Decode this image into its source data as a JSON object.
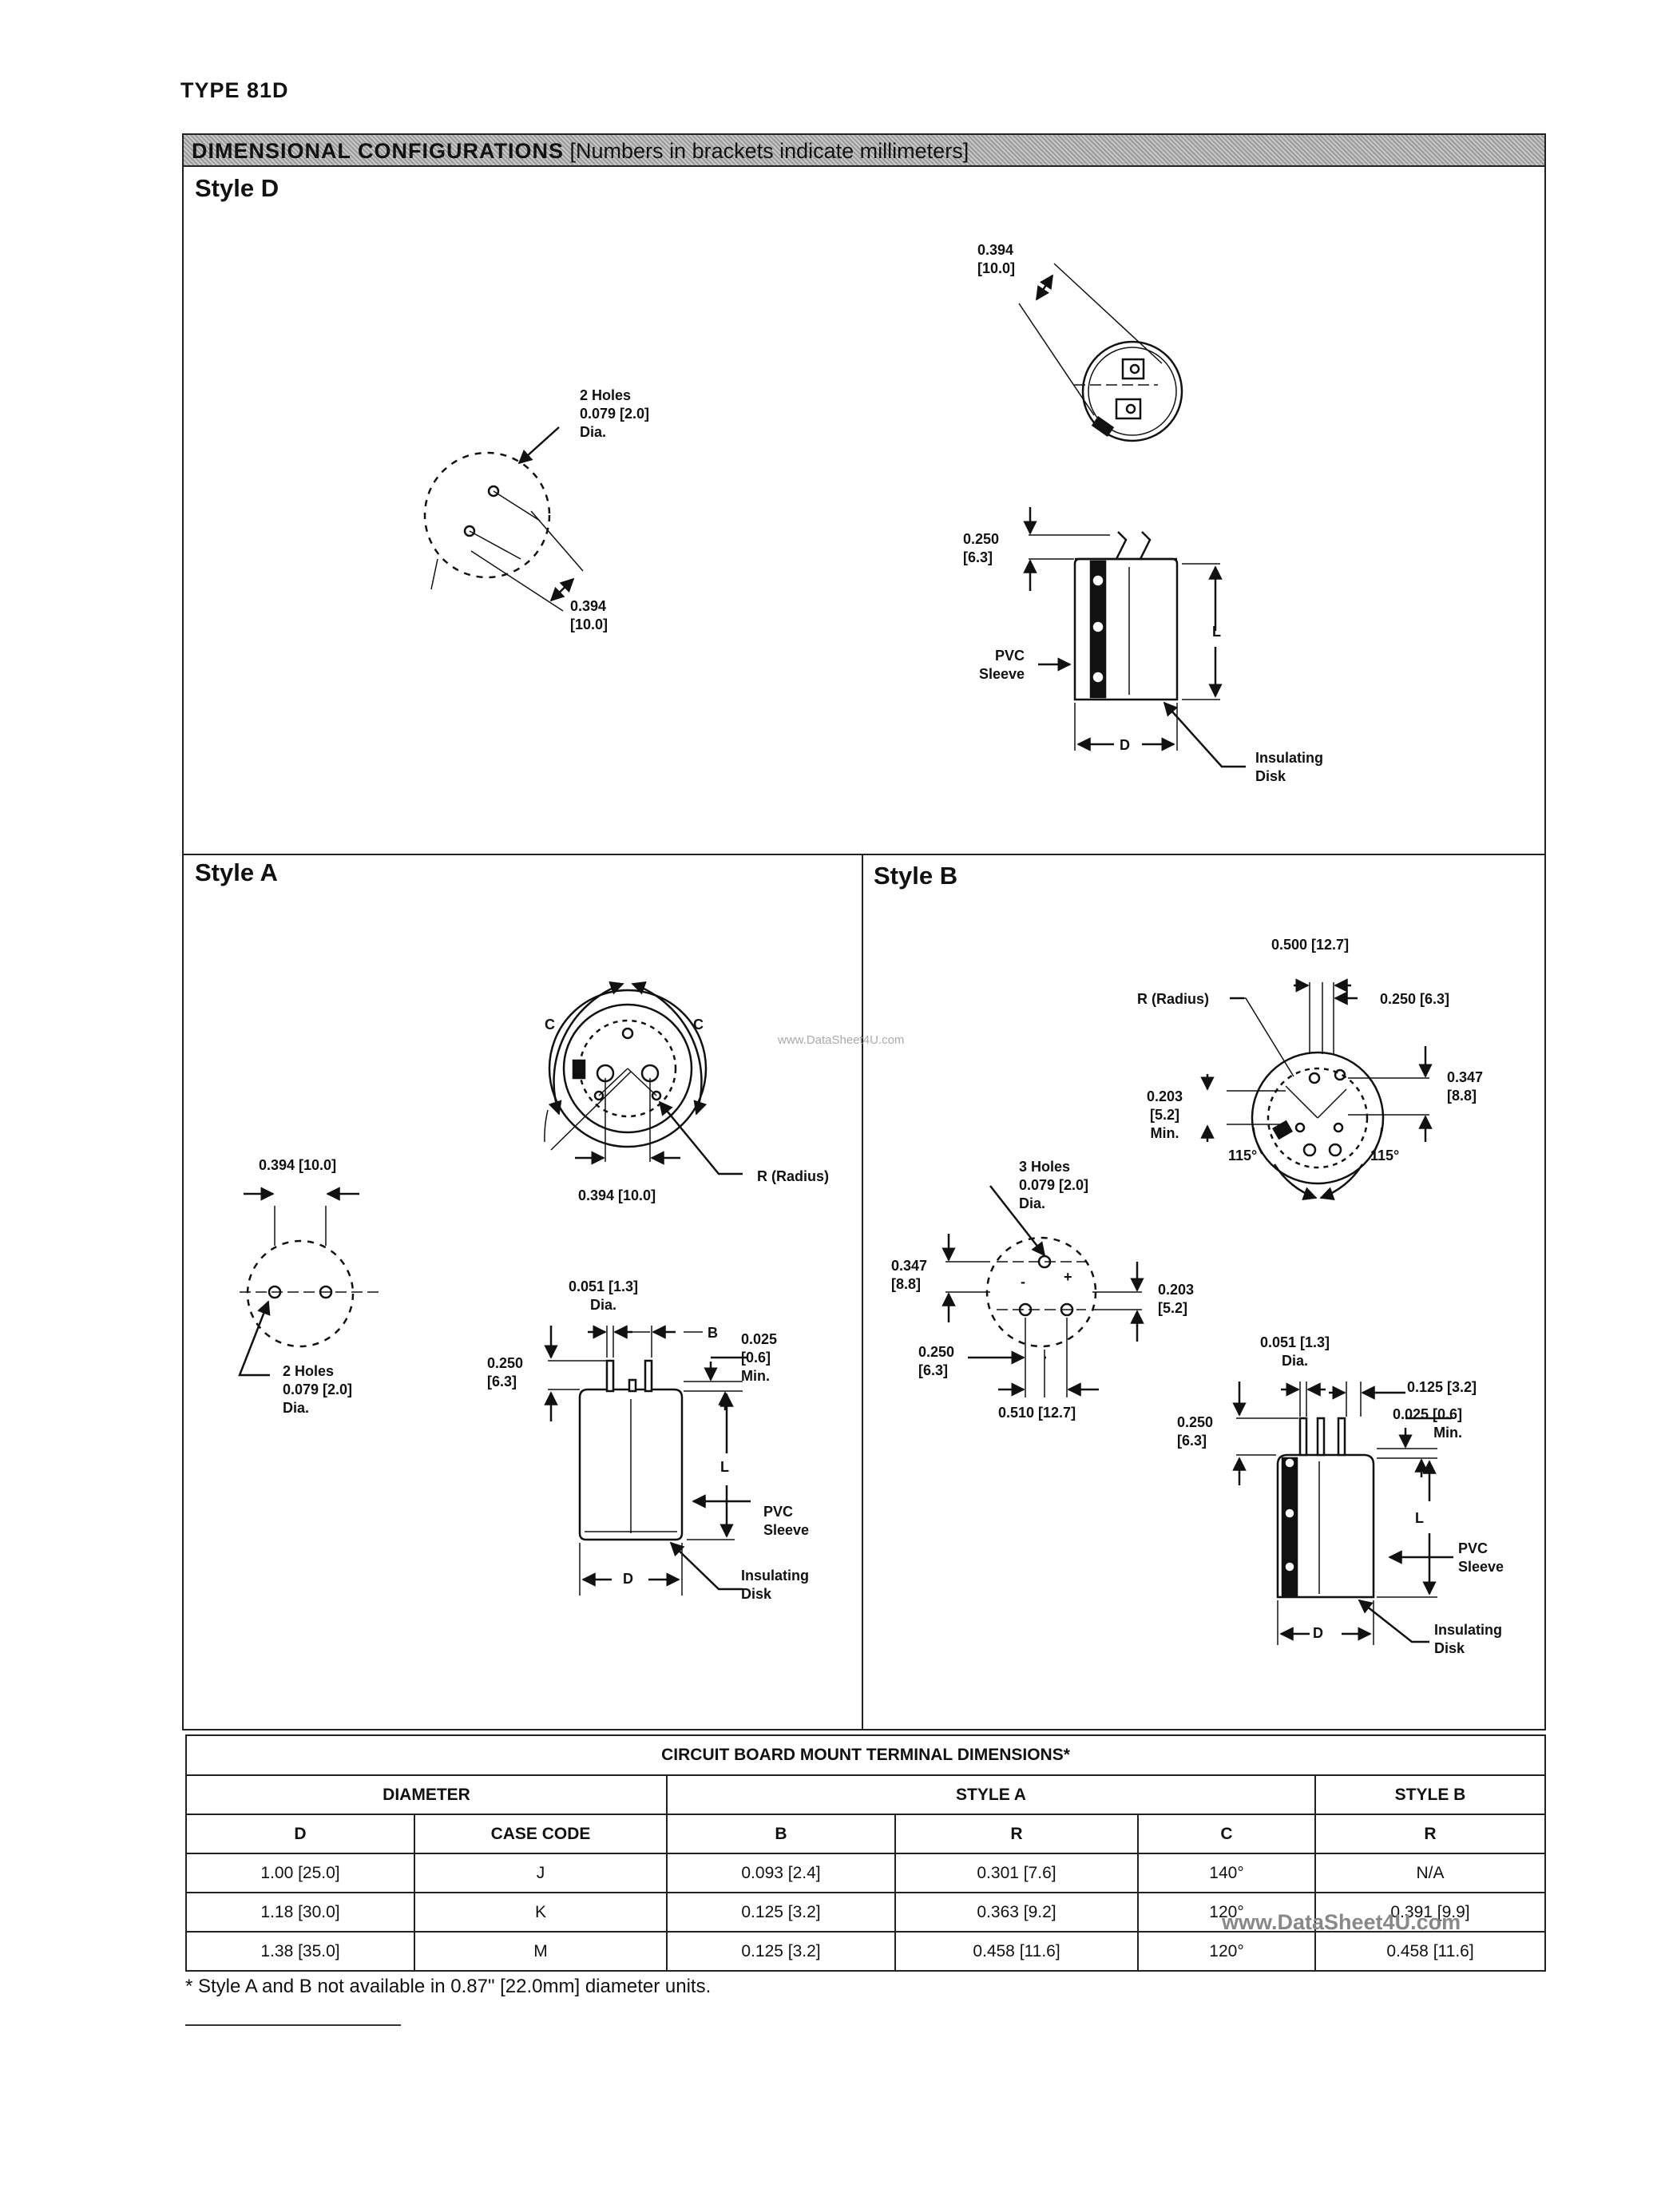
{
  "doc_type": "TYPE 81D",
  "header": {
    "title": "DIMENSIONAL CONFIGURATIONS",
    "subtitle": "[Numbers in brackets indicate millimeters]"
  },
  "styles": {
    "d": {
      "label": "Style D",
      "holes_1": "2 Holes",
      "holes_2": "0.079 [2.0]",
      "holes_3": "Dia.",
      "spacing_1": "0.394",
      "spacing_2": "[10.0]",
      "top_spacing_1": "0.394",
      "top_spacing_2": "[10.0]",
      "lead_1": "0.250",
      "lead_2": "[6.3]",
      "pvc_1": "PVC",
      "pvc_2": "Sleeve",
      "l": "L",
      "d": "D",
      "disk_1": "Insulating",
      "disk_2": "Disk"
    },
    "a": {
      "label": "Style A",
      "c_left": "C",
      "c_right": "C",
      "radius": "R (Radius)",
      "pitch": "0.394 [10.0]",
      "pitch_top": "0.394 [10.0]",
      "holes_1": "2 Holes",
      "holes_2": "0.079 [2.0]",
      "holes_3": "Dia.",
      "pin_1": "0.051 [1.3]",
      "pin_2": "Dia.",
      "b": "B",
      "min_1": "0.025",
      "min_2": "[0.6]",
      "min_3": "Min.",
      "lead_1": "0.250",
      "lead_2": "[6.3]",
      "l": "L",
      "pvc_1": "PVC",
      "pvc_2": "Sleeve",
      "d": "D",
      "disk_1": "Insulating",
      "disk_2": "Disk"
    },
    "b": {
      "label": "Style B",
      "top_w": "0.500 [12.7]",
      "radius": "R (Radius)",
      "tab_w": "0.250 [6.3]",
      "left_1": "0.203",
      "left_2": "[5.2]",
      "left_3": "Min.",
      "right_1": "0.347",
      "right_2": "[8.8]",
      "angle_left": "115°",
      "angle_right": "115°",
      "holes_1": "3 Holes",
      "holes_2": "0.079 [2.0]",
      "holes_3": "Dia.",
      "fp_left_1": "0.347",
      "fp_left_2": "[8.8]",
      "fp_right_1": "0.203",
      "fp_right_2": "[5.2]",
      "fp_minus": "-",
      "fp_plus": "+",
      "fp_lead_1": "0.250",
      "fp_lead_2": "[6.3]",
      "fp_pitch": "0.510 [12.7]",
      "pin_1": "0.051 [1.3]",
      "pin_2": "Dia.",
      "tab_w2": "0.125 [3.2]",
      "min_1": "0.025 [0.6]",
      "min_2": "Min.",
      "lead_1": "0.250",
      "lead_2": "[6.3]",
      "l": "L",
      "pvc_1": "PVC",
      "pvc_2": "Sleeve",
      "d": "D",
      "disk_1": "Insulating",
      "disk_2": "Disk"
    }
  },
  "watermarks": {
    "center": "www.DataSheet4U.com",
    "table": "www.DataSheet4U.com"
  },
  "table": {
    "title": "CIRCUIT BOARD MOUNT TERMINAL DIMENSIONS*",
    "group_diameter": "DIAMETER",
    "group_style_a": "STYLE A",
    "group_style_b": "STYLE B",
    "col_d": "D",
    "col_case": "CASE CODE",
    "col_b": "B",
    "col_r": "R",
    "col_c": "C",
    "col_rb": "R",
    "rows": [
      {
        "d": "1.00 [25.0]",
        "case": "J",
        "b": "0.093 [2.4]",
        "r": "0.301 [7.6]",
        "c": "140°",
        "rb": "N/A"
      },
      {
        "d": "1.18 [30.0]",
        "case": "K",
        "b": "0.125 [3.2]",
        "r": "0.363 [9.2]",
        "c": "120°",
        "rb": "0.391 [9.9]"
      },
      {
        "d": "1.38 [35.0]",
        "case": "M",
        "b": "0.125 [3.2]",
        "r": "0.458 [11.6]",
        "c": "120°",
        "rb": "0.458 [11.6]"
      }
    ]
  },
  "footnote": "*   Style A and B not available in 0.87\" [22.0mm] diameter units."
}
